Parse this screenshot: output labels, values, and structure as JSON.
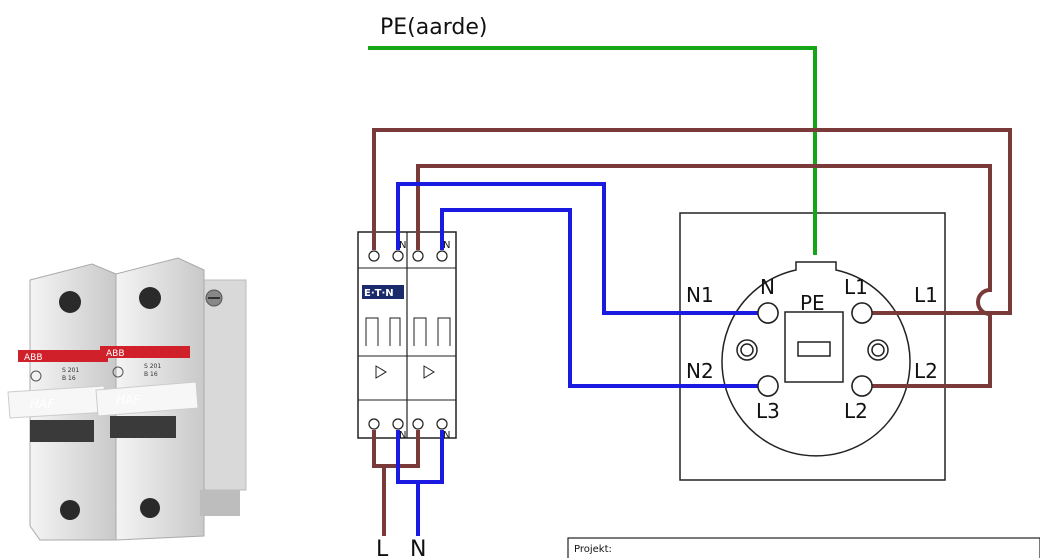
{
  "labels": {
    "pe": "PE(aarde)",
    "supply_l": "L",
    "supply_n": "N",
    "brand": "E·T·N",
    "breaker_top_n1": "N",
    "breaker_top_n2": "N",
    "breaker_bot_n1": "N",
    "breaker_bot_n2": "N",
    "socket_n1": "N1",
    "socket_n2": "N2",
    "socket_l1": "L1",
    "socket_l2": "L2",
    "pin_n": "N",
    "pin_l1": "L1",
    "pin_l3": "L3",
    "pin_l2": "L2",
    "pin_pe": "PE",
    "titleblock": "Projekt:"
  },
  "photo": {
    "brand_text": "ABB",
    "handle_text": "HAF",
    "rating_1": "S 201",
    "rating_2": "B 16"
  },
  "colors": {
    "pe_wire": "#16a516",
    "live_wire": "#7a3a3a",
    "neutral_wire": "#1a1ae0",
    "outline": "#222222",
    "breaker_body": "#e2e2e2",
    "abb_red": "#d0202a"
  }
}
